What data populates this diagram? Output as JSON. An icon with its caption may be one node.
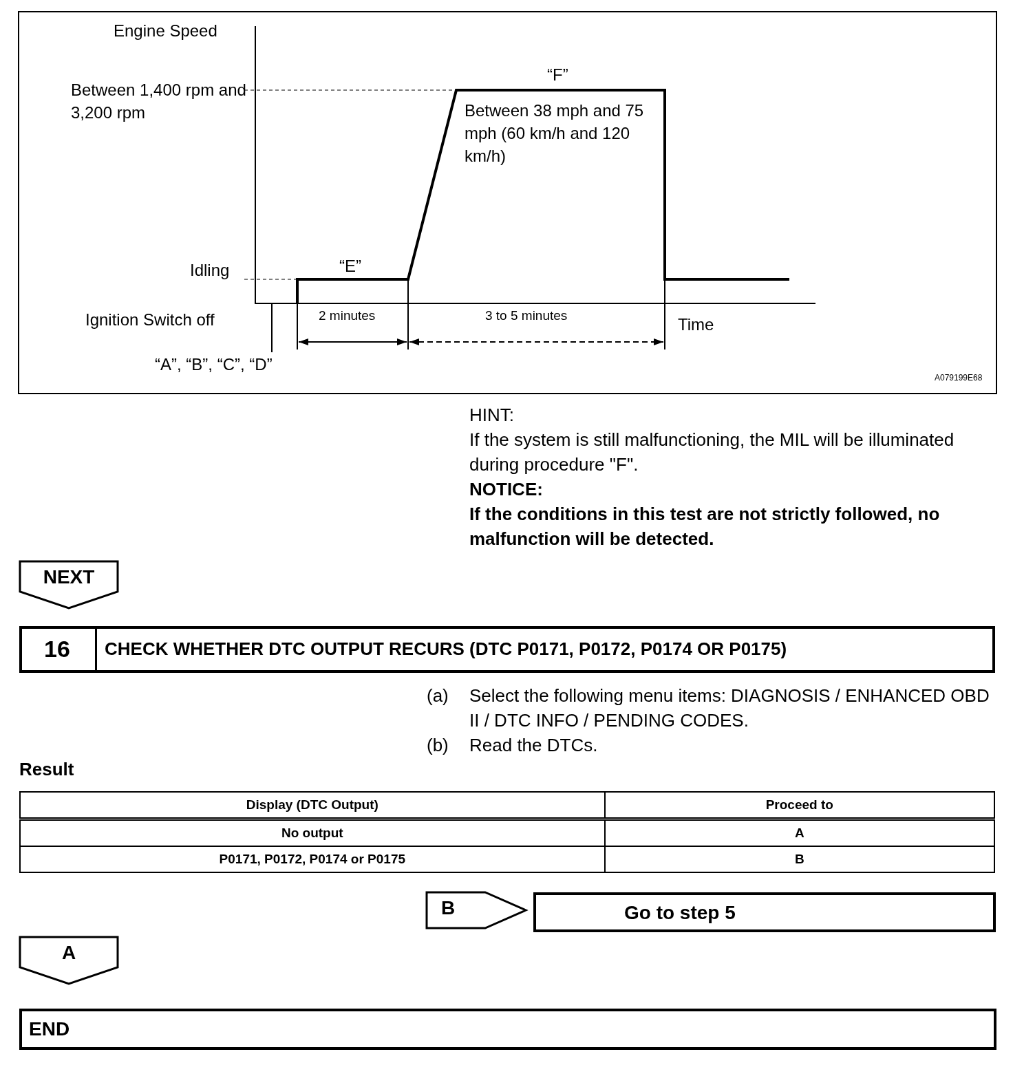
{
  "diagram": {
    "nodes": [
      {
        "text": [
          "NEXT"
        ]
      },
      {
        "text": [
          "16",
          "CHECK WHETHER DTC OUTPUT RECURS (DTC P0171, P0172, P0174 OR P0175)"
        ]
      },
      {
        "text": [
          "B"
        ]
      },
      {
        "text": [
          "Go to step 5"
        ]
      },
      {
        "text": [
          "A"
        ]
      },
      {
        "text": [
          "END"
        ]
      }
    ],
    "labels": [
      "Engine Speed",
      "“F”",
      "Between 1,400 rpm and 3,200 rpm",
      "Between 38 mph and 75 mph (60 km/h and 120 km/h)",
      "Idling",
      "“E”",
      "Ignition Switch off",
      "2 minutes",
      "3 to 5 minutes",
      "Time",
      "“A”, “B”, “C”, “D”",
      "A079199E68",
      "HINT:",
      "If the system is still malfunctioning, the MIL will be illuminated during procedure \"F\".",
      "NOTICE:",
      "If the conditions in this test are not strictly followed, no malfunction will be detected.",
      "(a)",
      "Select the following menu items: DIAGNOSIS / ENHANCED OBD II / DTC INFO / PENDING CODES.",
      "(b)",
      "Read the DTCs.",
      "Result",
      "Display (DTC Output)",
      "Proceed to",
      "No output",
      "A",
      "P0171, P0172, P0174 or P0175",
      "B"
    ]
  }
}
